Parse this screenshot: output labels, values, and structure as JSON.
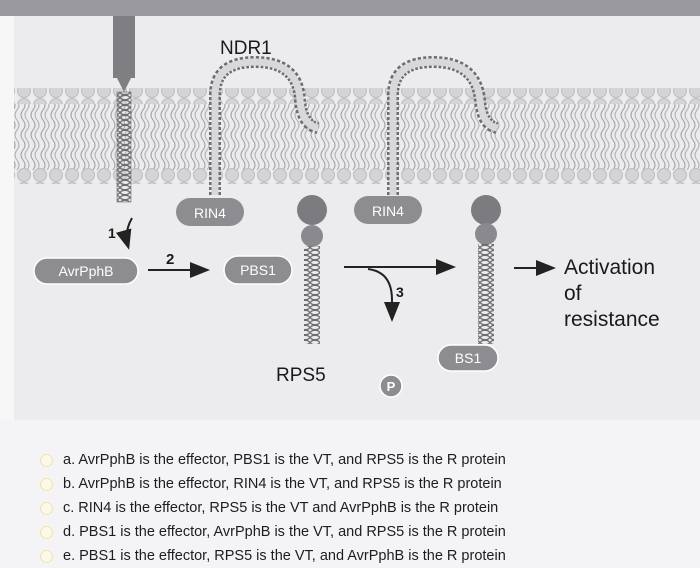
{
  "diagram": {
    "labels": {
      "ndr1": "NDR1",
      "rin4_left": "RIN4",
      "rin4_right": "RIN4",
      "avrpphb": "AvrPphB",
      "pbs1": "PBS1",
      "rps5": "RPS5",
      "bs1": "BS1",
      "p": "P",
      "step1": "1",
      "step2": "2",
      "step3": "3",
      "activation_line1": "Activation",
      "activation_line2": "of",
      "activation_line3": "resistance"
    },
    "colors": {
      "membrane": "#c9c8cc",
      "protein_gray": "#7b7b80",
      "pill_fill": "#8d8c90",
      "background": "#ececee"
    }
  },
  "question": {
    "options": [
      {
        "label": "a. AvrPphB is the effector, PBS1 is the VT, and RPS5 is the R protein"
      },
      {
        "label": "b. AvrPphB is the effector, RIN4 is the VT, and RPS5 is the R protein"
      },
      {
        "label": "c. RIN4 is the effector, RPS5 is the VT and AvrPphB is the R protein"
      },
      {
        "label": "d. PBS1 is the effector, AvrPphB is the VT, and RPS5 is the R protein"
      },
      {
        "label": "e. PBS1 is the effector, RPS5 is the VT, and AvrPphB is the R protein"
      }
    ]
  }
}
